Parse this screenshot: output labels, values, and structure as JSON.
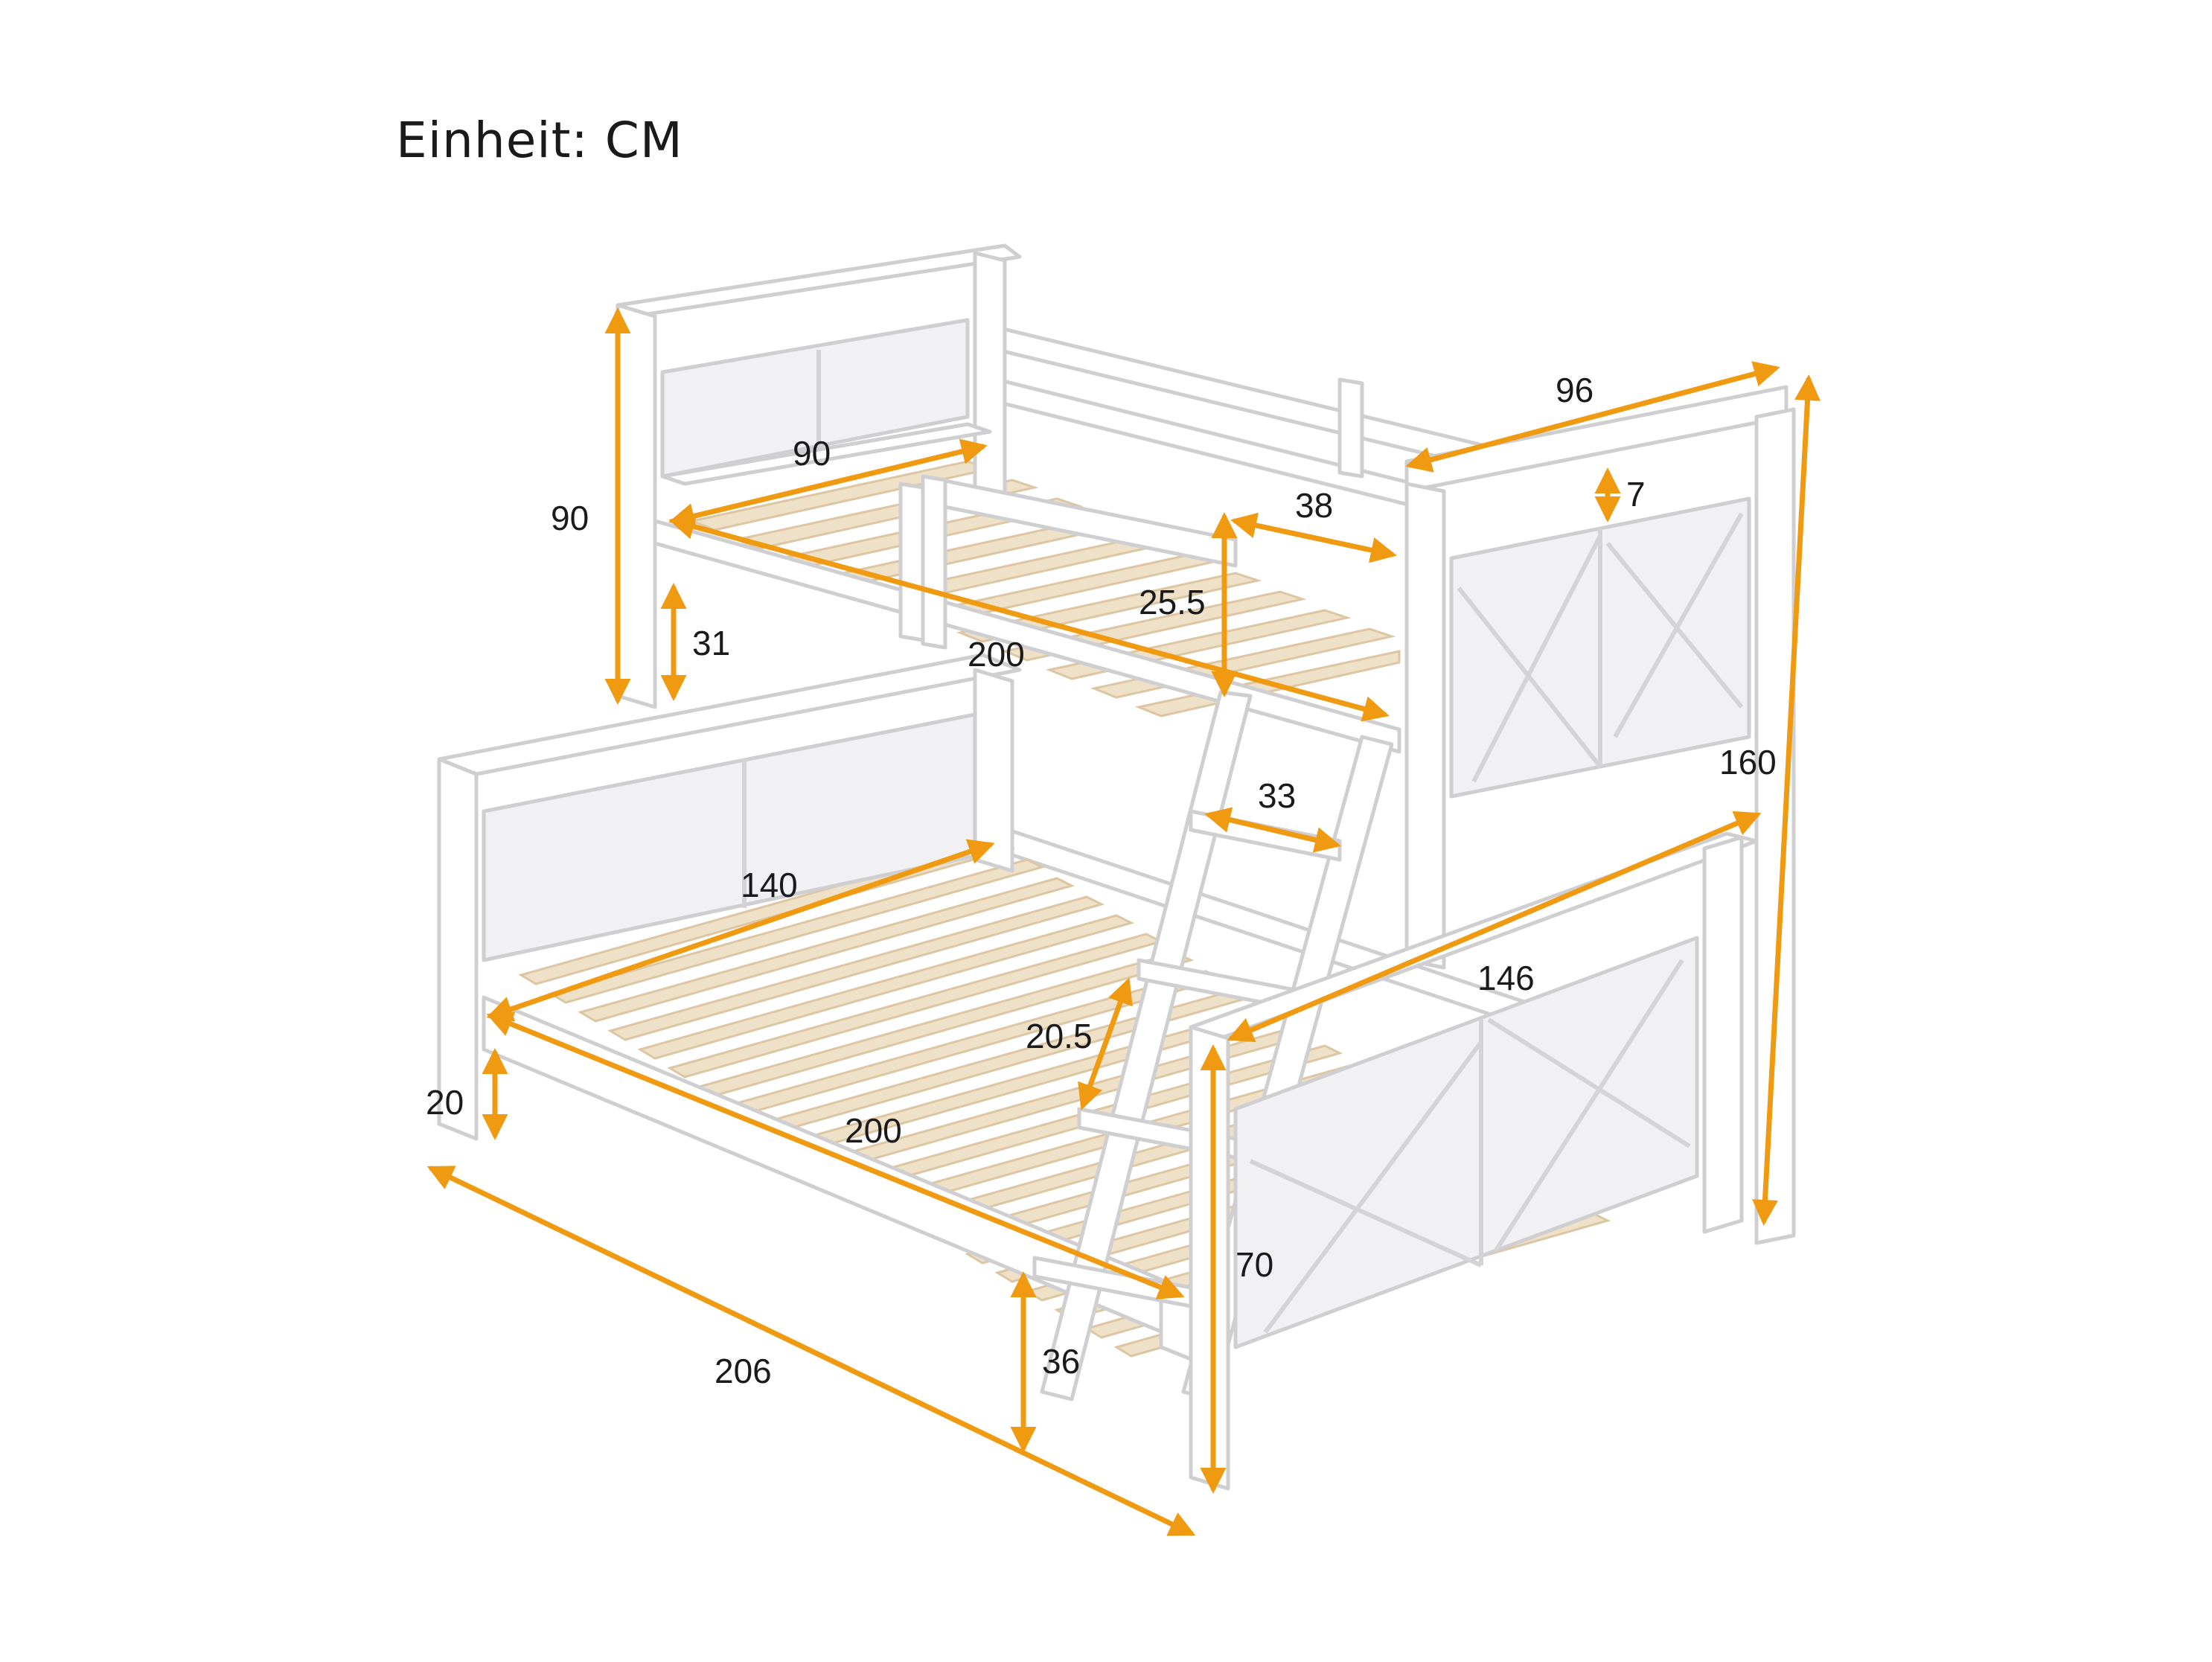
{
  "title": "Einheit: CM",
  "colors": {
    "dimension": "#ef9a11",
    "frame": "#ffffff",
    "outline": "#cfcfd2",
    "slats": "#efe0c8"
  },
  "dimensions": {
    "upper_headboard_height": "90",
    "upper_depth_diag": "90",
    "upper_length": "200",
    "upper_leg_gap": "31",
    "upper_rail_opening": "38",
    "upper_rail_height": "25.5",
    "upper_width": "96",
    "top_rail_width": "7",
    "overall_height": "160",
    "ladder_step_width": "33",
    "lower_width": "140",
    "lower_length": "200",
    "ladder_step_spacing": "20.5",
    "lower_foot_width": "146",
    "lower_leg_height": "20",
    "footboard_height": "70",
    "overall_length": "206",
    "lower_clearance": "36"
  }
}
